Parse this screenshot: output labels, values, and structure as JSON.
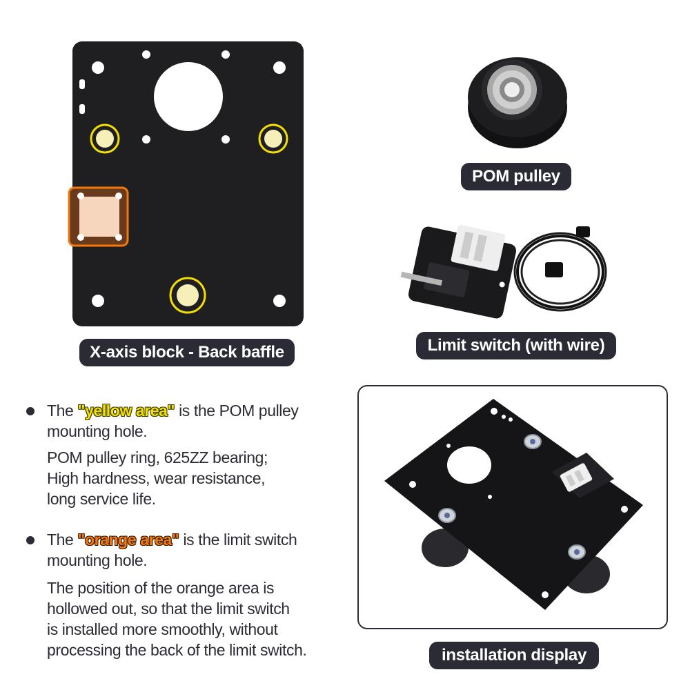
{
  "labels": {
    "back_baffle": "X-axis block - Back baffle",
    "pom_pulley": "POM pulley",
    "limit_switch": "Limit switch (with wire)",
    "installation": "installation display"
  },
  "bullet1": {
    "prefix": "The ",
    "highlight": "\"yellow area\"",
    "suffix": " is the POM pulley",
    "line2": "mounting hole.",
    "desc": [
      "POM pulley ring, 625ZZ bearing;",
      "High hardness, wear resistance,",
      "long service life."
    ]
  },
  "bullet2": {
    "prefix": "The ",
    "highlight": "\"orange area\"",
    "suffix": " is the limit switch",
    "line2": "mounting hole.",
    "desc": [
      "The position of the orange area is",
      "hollowed out, so that the limit switch",
      "is installed more smoothly, without",
      "processing the back of the limit switch."
    ]
  },
  "colors": {
    "plate": "#1f1f22",
    "yellow": "#f4e000",
    "orange": "#f07a10",
    "pill": "#2b2b35"
  }
}
